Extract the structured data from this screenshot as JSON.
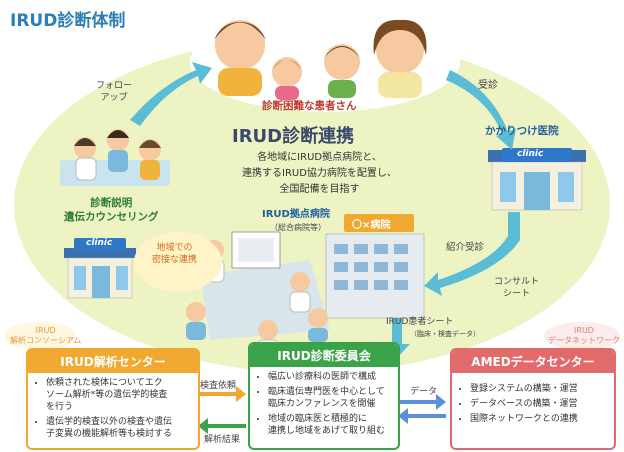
{
  "title": "IRUD診断体制",
  "center": {
    "title": "IRUD診断連携",
    "description": "各地域にIRUD拠点病院と、\n連携するIRUD協力病院を配置し、\n全国配備を目指す"
  },
  "patients_label": "診断困難な患者さん",
  "labels": {
    "follow_up": "フォロー\nアップ",
    "visit": "受診",
    "family_doctor": "かかりつけ医院",
    "counseling": "診断説明\n遺伝カウンセリング",
    "regional": "地域での\n密接な連携",
    "hub_hospital": "IRUD拠点病院",
    "hub_hospital_sub": "（総合病院等）",
    "hospital_sign": "〇×病院",
    "referral": "紹介受診",
    "consult_sheet": "コンサルト\nシート",
    "patient_sheet": "IRUD患者シート",
    "patient_sheet_sub": "（臨床・検査データ）",
    "clinic_sign": "clinic",
    "clinic_sign_2": "clinic",
    "consortium_tag": "IRUD\n解析コンソーシアム",
    "network_tag": "IRUD\nデータネットワーク",
    "test_request": "検査依頼",
    "test_result": "解析結果",
    "data": "データ"
  },
  "boxes": {
    "analysis": {
      "header": "IRUD解析センター",
      "items": [
        "依頼された検体についてエク\nソーム解析*等の遺伝学的検査\nを行う",
        "遺伝学的検査以外の検査や遺伝\n子変異の機能解析等も検討する"
      ]
    },
    "committee": {
      "header": "IRUD診断委員会",
      "items": [
        "幅広い診療科の医師で構成",
        "臨床遺伝専門医を中心として\n臨床カンファレンスを開催",
        "地域の臨床医と積極的に\n連携し地域をあげて取り組む"
      ]
    },
    "amed": {
      "header": "AMEDデータセンター",
      "items": [
        "登録システムの構築・運営",
        "データベースの構築・運営",
        "国際ネットワークとの連携"
      ]
    }
  },
  "colors": {
    "ellipse": "#eef3c4",
    "arrow": "#5bbcd6",
    "analysis": "#f0a830",
    "committee": "#3aa34a",
    "amed": "#e36a6a"
  }
}
